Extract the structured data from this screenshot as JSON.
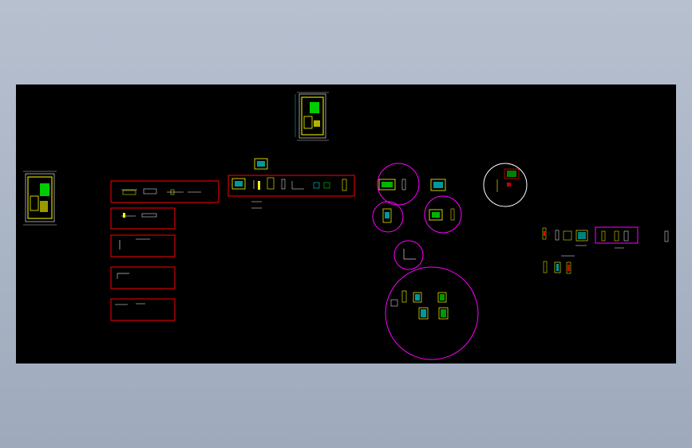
{
  "window": {
    "title": "",
    "background_color": "#a9b4c5",
    "model_space_color": "#000000"
  },
  "drawing": {
    "layer_colors": {
      "outline": "#ffffff",
      "wall": "#ffff00",
      "fill": "#00ff00",
      "cyan": "#00ffff",
      "red_frame": "#ff0000",
      "magenta_circle": "#ff00ff",
      "white_circle": "#ffffff"
    },
    "elements": {
      "floor_plan_count": 2,
      "red_frame_count": 6,
      "magenta_circle_count": 5,
      "white_circle_count": 1,
      "magenta_rect_count": 1
    }
  }
}
